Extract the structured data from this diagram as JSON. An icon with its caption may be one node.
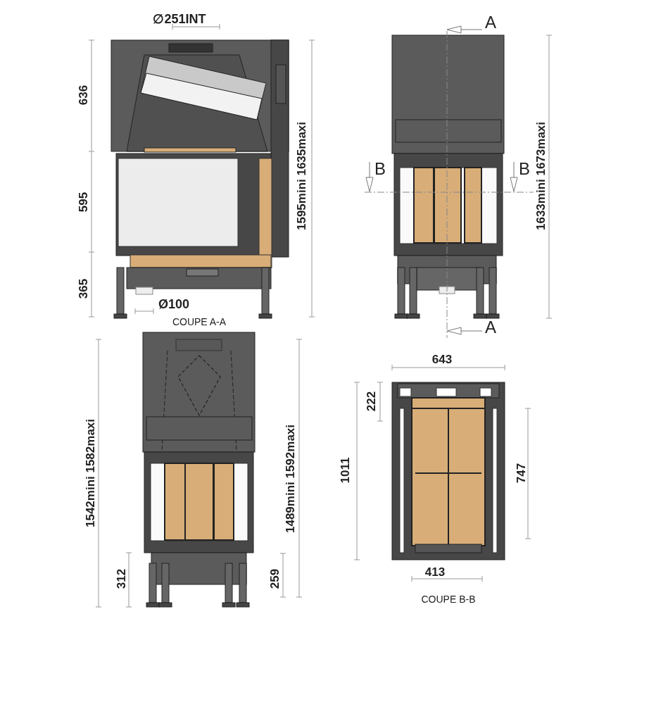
{
  "diagram": {
    "labels": [
      "∅251INT",
      "A",
      "636",
      "B",
      "B",
      "595",
      "1595mini 1635maxi",
      "1633mini 1673maxi",
      "365",
      "Ø100",
      "COUPE A-A",
      "A",
      "643",
      "1542mini 1582maxi",
      "1489mini 1592maxi",
      "222",
      "1011",
      "747",
      "312",
      "259",
      "413",
      "COUPE B-B"
    ]
  }
}
